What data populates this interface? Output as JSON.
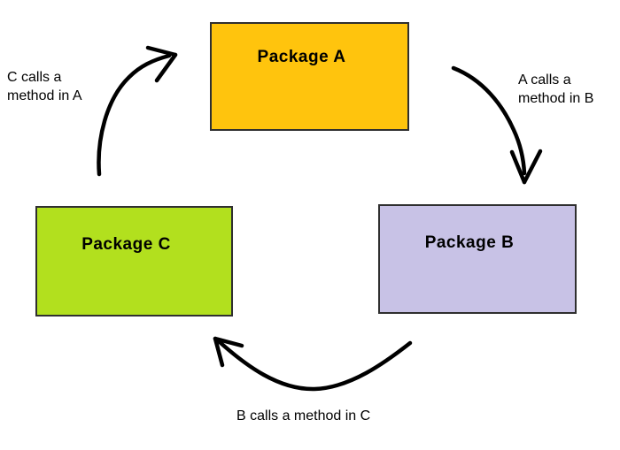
{
  "diagram": {
    "type": "package-dependency-cycle",
    "background": "#ffffff",
    "nodes": {
      "a": {
        "id": "A",
        "label": "Package A",
        "fill": "#ffc40d"
      },
      "b": {
        "id": "B",
        "label": "Package B",
        "fill": "#c8c2e6"
      },
      "c": {
        "id": "C",
        "label": "Package C",
        "fill": "#b2e01e"
      }
    },
    "edges": {
      "a_to_b": {
        "from": "A",
        "to": "B",
        "label_line1": "A calls a",
        "label_line2": "method in B"
      },
      "b_to_c": {
        "from": "B",
        "to": "C",
        "label": "B calls a method in C"
      },
      "c_to_a": {
        "from": "C",
        "to": "A",
        "label_line1": "C calls a",
        "label_line2": "method in A"
      }
    },
    "colors": {
      "arrow": "#000000",
      "node_border": "#2f2f2f",
      "node_text": "#000000",
      "edge_label_text": "#000000"
    }
  }
}
